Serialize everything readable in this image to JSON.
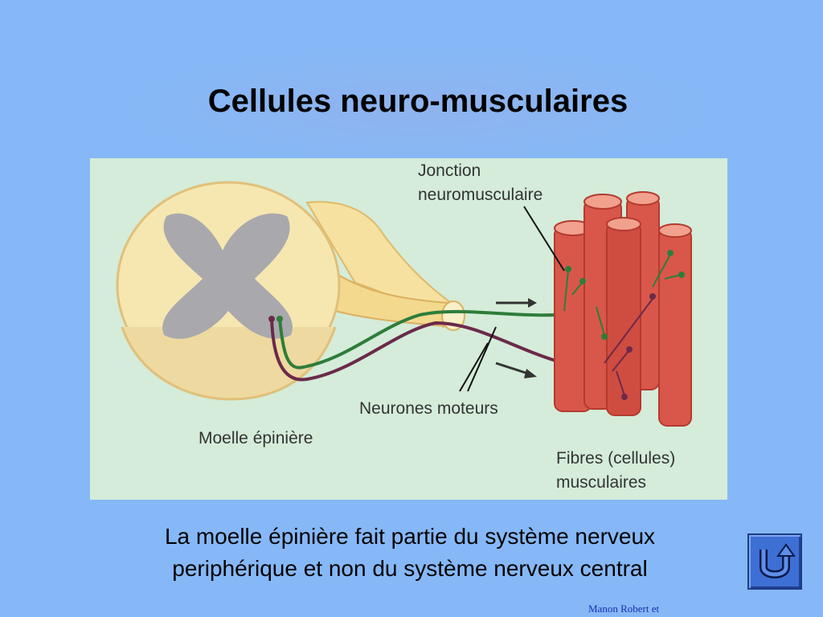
{
  "slide": {
    "title": "Cellules neuro-musculaires",
    "caption_line1": "La moelle épinière fait partie du système nerveux",
    "caption_line2": "periphérique et non du système nerveux central",
    "footer": "Manon Robert et"
  },
  "figure": {
    "label_junction_1": "Jonction",
    "label_junction_2": "neuromusculaire",
    "label_neurons": "Neurones moteurs",
    "label_spinal": "Moelle épinière",
    "label_fibres_1": "Fibres (cellules)",
    "label_fibres_2": "musculaires"
  },
  "icons": {
    "return": "u-turn-arrow-icon"
  },
  "colors": {
    "background": "#86b8f7",
    "figure_bg": "#d4ecd9",
    "muscle": "#d9574a",
    "spinal_cord": "#f6e7b0",
    "grey_matter": "#a9a9ad",
    "neuron_green": "#2e7d3a",
    "neuron_purple": "#6b2a4a",
    "button": "#3e6fd4"
  }
}
